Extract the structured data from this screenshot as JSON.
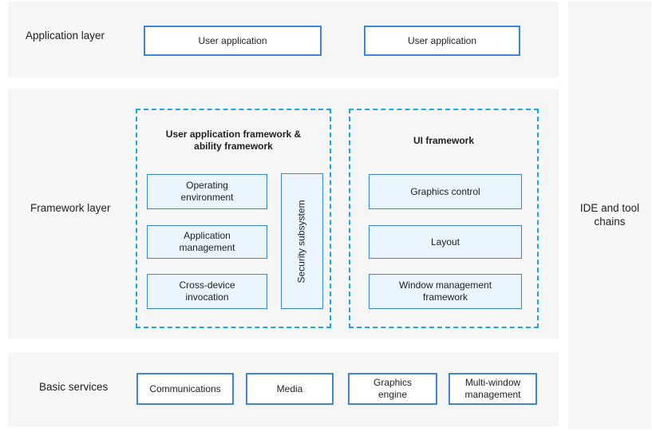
{
  "colors": {
    "band_background": "#f6f6f7",
    "dashed_border_blue": "#1aa7e8",
    "solid_border_blue": "#3a86d8",
    "inner_box_fill": "#eaf4fc",
    "text": "#1f1f1f"
  },
  "application_layer": {
    "label": "Application layer",
    "boxes": [
      {
        "label": "User application"
      },
      {
        "label": "User application"
      }
    ]
  },
  "framework_layer": {
    "label": "Framework layer",
    "groups": [
      {
        "title": "User application framework & ability framework",
        "boxes": [
          {
            "label": "Operating environment"
          },
          {
            "label": "Application management"
          },
          {
            "label": "Cross-device invocation"
          }
        ],
        "vertical_box": {
          "label": "Security subsystem"
        }
      },
      {
        "title": "UI framework",
        "boxes": [
          {
            "label": "Graphics control"
          },
          {
            "label": "Layout"
          },
          {
            "label": "Window management framework"
          }
        ]
      }
    ]
  },
  "basic_services": {
    "label": "Basic services",
    "boxes": [
      {
        "label": "Communications"
      },
      {
        "label": "Media"
      },
      {
        "label": "Graphics engine"
      },
      {
        "label": "Multi-window management"
      }
    ]
  },
  "side_panel": {
    "label": "IDE and tool chains"
  }
}
